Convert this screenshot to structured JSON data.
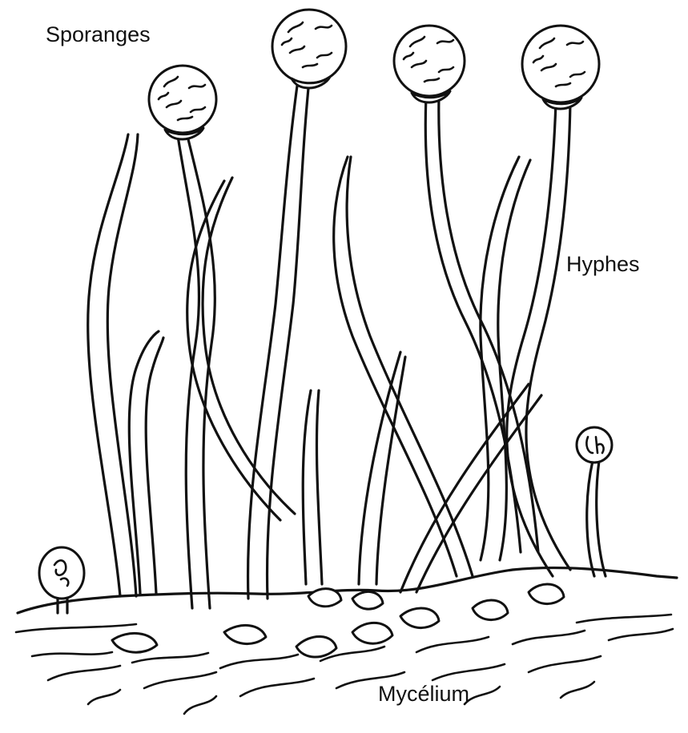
{
  "figure": {
    "labels": {
      "sporanges": "Sporanges",
      "hyphes": "Hyphes",
      "mycelium": "Mycélium"
    },
    "parts": [
      "sporange-1",
      "sporange-2",
      "sporange-3",
      "sporange-4",
      "hyphae",
      "mycelium-network",
      "young-sporangium-left",
      "young-sporangium-right"
    ],
    "colors": {
      "ink": "#111111",
      "background": "#ffffff"
    }
  }
}
